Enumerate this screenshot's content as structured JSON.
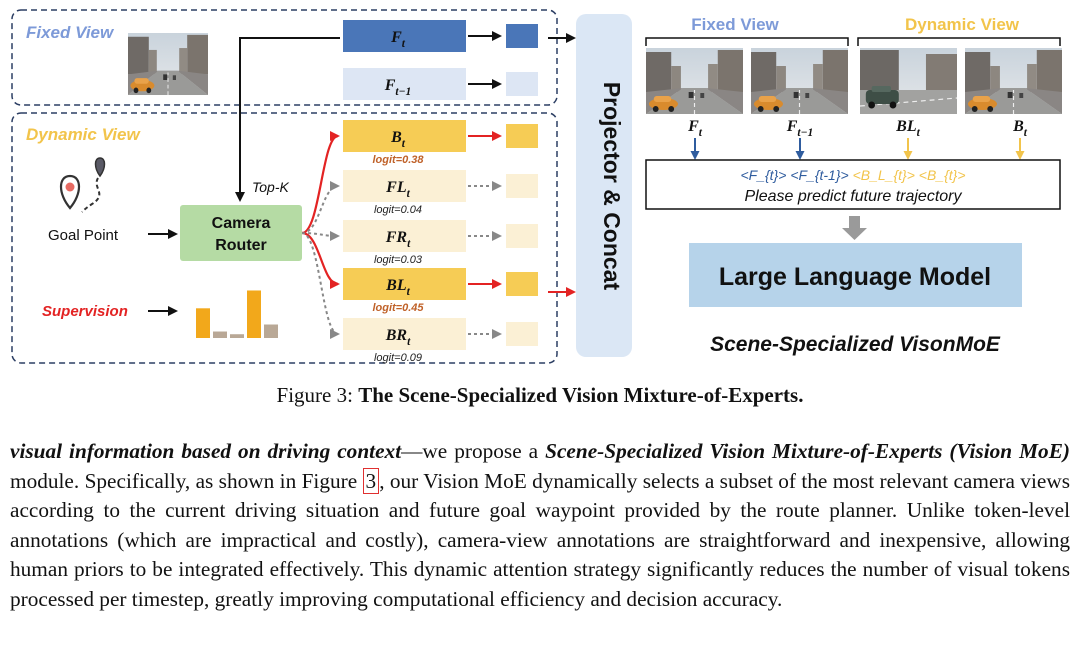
{
  "figure": {
    "left_panel": {
      "fixed_view_label": "Fixed View",
      "dynamic_view_label": "Dynamic  View",
      "goal_point_label": "Goal Point",
      "supervision_label": "Supervision",
      "top_k_label": "Top-K",
      "router_line1": "Camera",
      "router_line2": "Router",
      "fixed_features": [
        {
          "base": "F",
          "sub": "t"
        },
        {
          "base": "F",
          "sub": "t−1"
        }
      ],
      "experts": [
        {
          "base": "B",
          "sub": "t",
          "logit": "logit=0.38",
          "selected": true
        },
        {
          "base": "FL",
          "sub": "t",
          "logit": "logit=0.04",
          "selected": false
        },
        {
          "base": "FR",
          "sub": "t",
          "logit": "logit=0.03",
          "selected": false
        },
        {
          "base": "BL",
          "sub": "t",
          "logit": "logit=0.45",
          "selected": true
        },
        {
          "base": "BR",
          "sub": "t",
          "logit": "logit=0.09",
          "selected": false
        }
      ],
      "supervision_bars": [
        0.55,
        0.12,
        0.07,
        0.88,
        0.25
      ]
    },
    "projector_label": "Projector  & Concat",
    "right_panel": {
      "fixed_view_label": "Fixed View",
      "dynamic_view_label": "Dynamic  View",
      "frame_labels": [
        {
          "base": "F",
          "sub": "t"
        },
        {
          "base": "F",
          "sub": "t−1"
        },
        {
          "base": "BL",
          "sub": "t"
        },
        {
          "base": "B",
          "sub": "t"
        }
      ],
      "token_line": [
        "<F_{t}>",
        "<F_{t-1}>",
        "<B_L_{t}>",
        "<B_{t}>"
      ],
      "prompt_line": "Please predict future trajectory",
      "llm_label": "Large Language Model",
      "title": "Scene-Specialized VisonMoE"
    },
    "colors": {
      "fixed_blue": "#4a76b8",
      "fixed_light": "#dde6f4",
      "dynamic_yellow": "#f6cc55",
      "dynamic_light": "#fbf0d5",
      "router_green": "#b5dba4",
      "llm_blue": "#b6d3ea",
      "projector_blue": "#dbe7f5",
      "selection_red": "#e32323",
      "fixed_label_color": "#7d9ad8",
      "dynamic_label_color": "#f2c44b"
    }
  },
  "caption": {
    "prefix": "Figure 3: ",
    "title": "The Scene-Specialized Vision Mixture-of-Experts."
  },
  "paragraph": {
    "lead": "visual information based on driving context",
    "t1": "—we propose a ",
    "module_name": "Scene-Specialized Vision Mixture-of-Experts (Vision MoE)",
    "t2": " module.  Specifically, as shown in Figure ",
    "figure_ref": "3",
    "t3": ", our Vision MoE dynamically selects a subset of the most relevant camera views according to the current driving situation and future goal waypoint provided by the route planner. Unlike token-level annotations (which are impractical and costly), camera-view annotations are straightforward and inexpensive, allowing human priors to be integrated effectively. This dynamic attention strategy significantly reduces the number of visual tokens processed per timestep, greatly improving computational efficiency and decision accuracy."
  }
}
